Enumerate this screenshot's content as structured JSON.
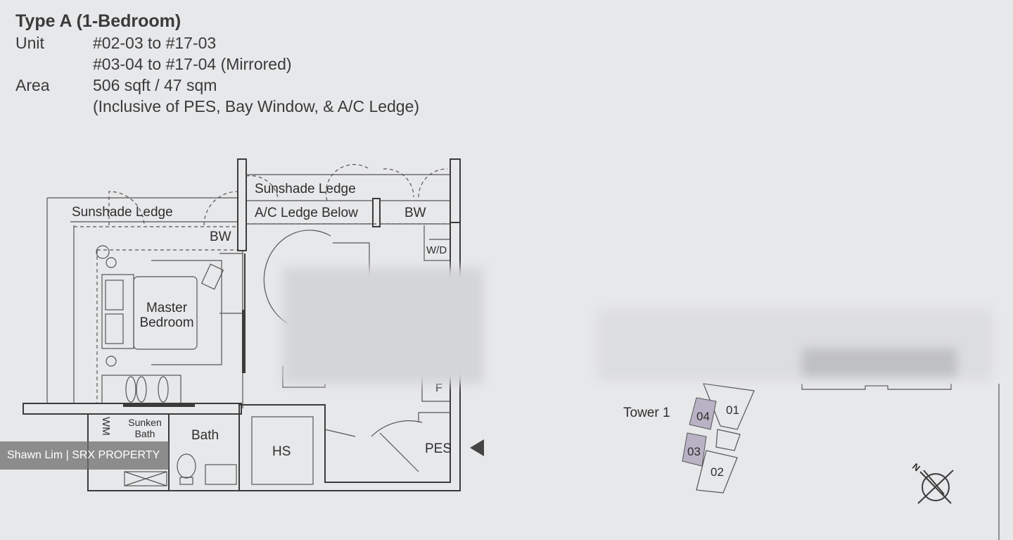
{
  "header": {
    "title": "Type A (1-Bedroom)",
    "unit_label": "Unit",
    "unit_values": [
      "#02-03 to #17-03",
      "#03-04 to #17-04 (Mirrored)"
    ],
    "area_label": "Area",
    "area_values": [
      "506 sqft / 47 sqm",
      "(Inclusive of PES, Bay Window, & A/C Ledge)"
    ]
  },
  "floor_plan": {
    "labels": {
      "sunshade_ledge_left": "Sunshade Ledge",
      "sunshade_ledge_top": "Sunshade Ledge",
      "ac_ledge": "A/C Ledge Below",
      "bw_top": "BW",
      "bw_bedroom": "BW",
      "wd": "W/D",
      "master_bedroom_1": "Master",
      "master_bedroom_2": "Bedroom",
      "f": "F",
      "wm_small": "WM",
      "sunken_bath_1": "Sunken",
      "sunken_bath_2": "Bath",
      "bath": "Bath",
      "hs": "HS",
      "pes": "PES"
    }
  },
  "key_plan": {
    "tower_label": "Tower 1",
    "units": [
      "04",
      "01",
      "03",
      "02"
    ],
    "highlight_color": "#b9b2c4",
    "compass_label": "N"
  },
  "watermark": "Shawn Lim | SRX PROPERTY"
}
